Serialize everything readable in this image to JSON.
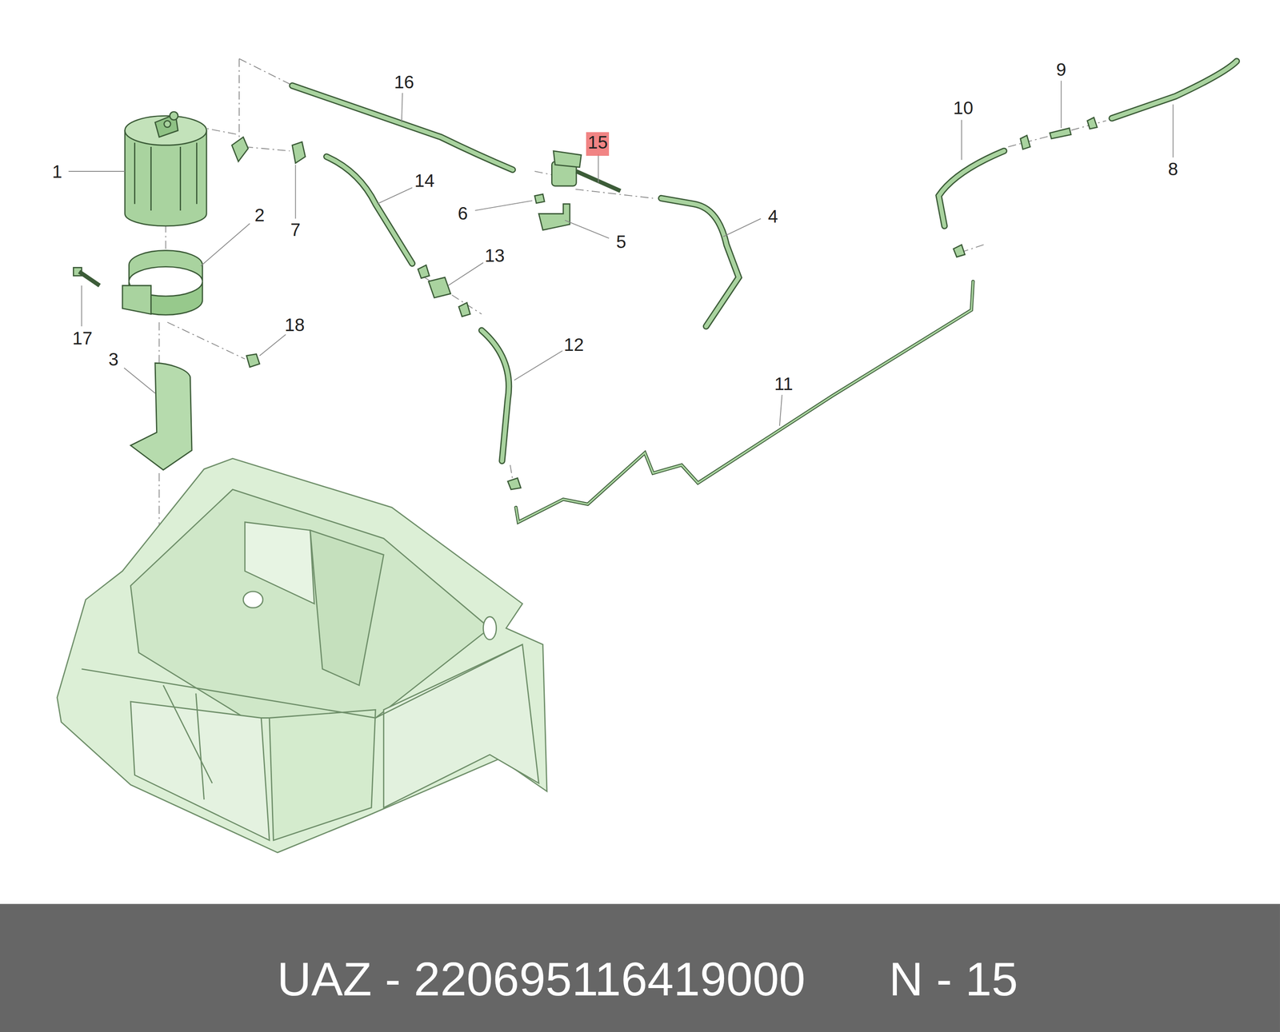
{
  "diagram": {
    "caption": "UAZ - 220695116419000",
    "nodes": [
      {
        "text": [
          "15"
        ]
      }
    ],
    "edges": [],
    "labels": [
      "9",
      "16",
      "10",
      "1",
      "14",
      "2",
      "4",
      "6",
      "5",
      "8",
      "7",
      "13",
      "17",
      "18",
      "3",
      "12",
      "11",
      "N - 15"
    ]
  }
}
